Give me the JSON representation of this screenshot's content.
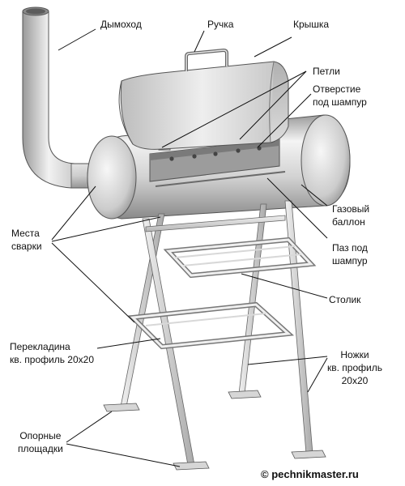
{
  "labels": {
    "chimney": "Дымоход",
    "handle": "Ручка",
    "lid": "Крышка",
    "hinges": "Петли",
    "skewer_hole": "Отверстие\nпод шампур",
    "gas_cylinder": "Газовый\nбаллон",
    "skewer_slot": "Паз под\nшампур",
    "weld_points": "Места\nсварки",
    "table": "Столик",
    "crossbar": "Перекладина\nкв. профиль 20х20",
    "legs": "Ножки\nкв. профиль\n20х20",
    "support_pads": "Опорные\nплощадки"
  },
  "credit": "© pechnikmaster.ru",
  "colors": {
    "metal_light": "#f2f2f2",
    "metal_mid": "#c9c9c9",
    "metal_dark": "#8c8c8c",
    "outline": "#555555",
    "leader_line": "#111111",
    "text": "#111111"
  }
}
